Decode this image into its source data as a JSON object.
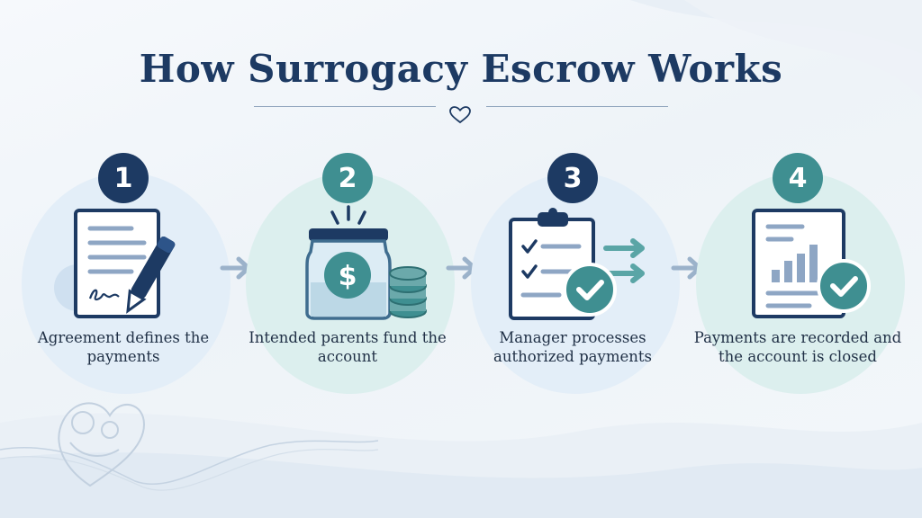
{
  "title": "How Surrogacy Escrow Works",
  "colors": {
    "navy": "#1d3a63",
    "teal": "#3f8f91",
    "light_teal": "#dcefee",
    "light_blue": "#e3eef8",
    "arrow": "#9bb2ca"
  },
  "steps": [
    {
      "number": "1",
      "label": "Agreement defines the payments",
      "icon": "contract-signature-pen-icon"
    },
    {
      "number": "2",
      "label": "Intended parents fund the account",
      "icon": "money-jar-coins-icon"
    },
    {
      "number": "3",
      "label": "Manager processes authorized payments",
      "icon": "checklist-clipboard-icon"
    },
    {
      "number": "4",
      "label": "Payments are recorded and the account is closed",
      "icon": "report-chart-check-icon"
    }
  ]
}
